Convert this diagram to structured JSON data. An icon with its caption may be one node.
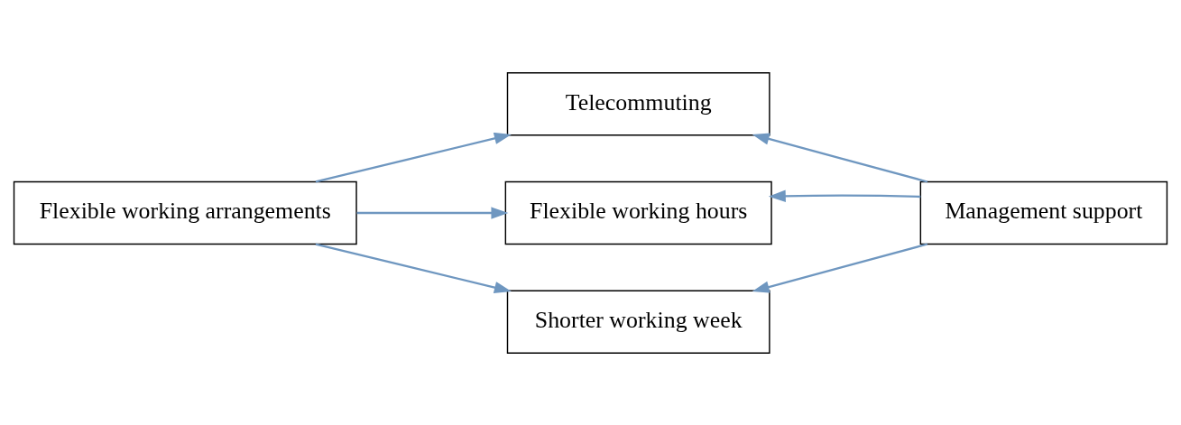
{
  "diagram": {
    "nodes": [
      {
        "text": [
          "Flexible working arrangements"
        ]
      },
      {
        "text": [
          "Telecommuting"
        ]
      },
      {
        "text": [
          "Flexible working hours"
        ]
      },
      {
        "text": [
          "Shorter working week"
        ]
      },
      {
        "text": [
          "Management support"
        ]
      }
    ],
    "edges": [
      {
        "from": 0,
        "to": 1,
        "arrow": "to"
      },
      {
        "from": 0,
        "to": 2,
        "arrow": "to"
      },
      {
        "from": 0,
        "to": 3,
        "arrow": "to"
      },
      {
        "from": 4,
        "to": 1,
        "arrow": "to"
      },
      {
        "from": 4,
        "to": 2,
        "arrow": "to"
      },
      {
        "from": 4,
        "to": 3,
        "arrow": "to"
      }
    ]
  }
}
